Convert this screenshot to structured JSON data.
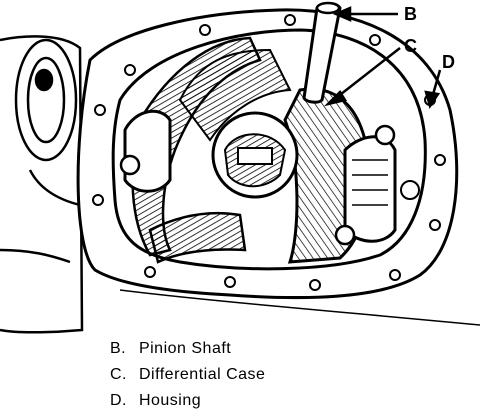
{
  "callouts": {
    "b": "B",
    "c": "C",
    "d": "D"
  },
  "legend": [
    {
      "key": "B.",
      "text": "Pinion Shaft"
    },
    {
      "key": "C.",
      "text": "Differential Case"
    },
    {
      "key": "D.",
      "text": "Housing"
    }
  ]
}
